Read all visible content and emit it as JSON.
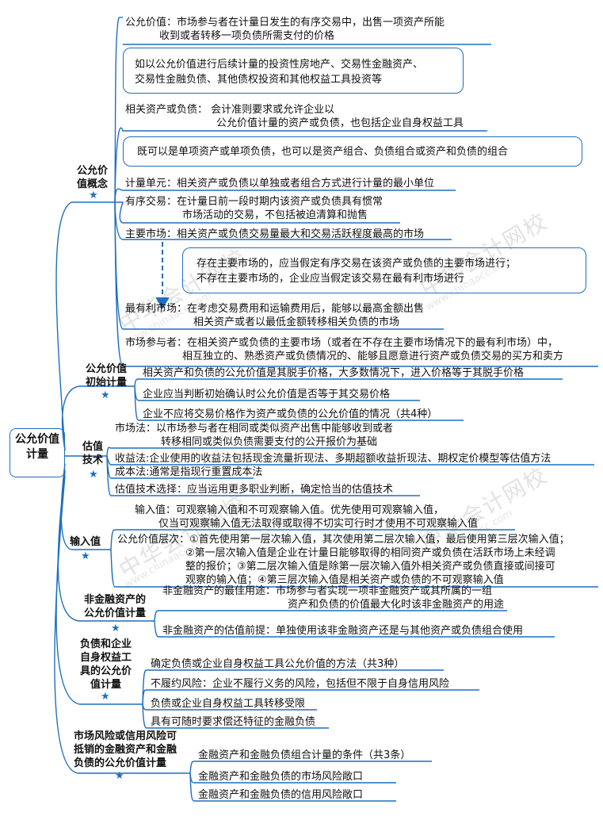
{
  "root": {
    "line1": "公允价值",
    "line2": "计量"
  },
  "watermark": {
    "text": "中华会计网校",
    "url": "www.chinaacc.com"
  },
  "sections": {
    "s1": {
      "title1": "公允价",
      "title2": "值概念"
    },
    "s2": {
      "title1": "公允价值",
      "title2": "初始计量"
    },
    "s3": {
      "title1": "估值",
      "title2": "技术"
    },
    "s4": {
      "title1": "输入值"
    },
    "s5": {
      "title1": "非金融资产的",
      "title2": "公允价值计量"
    },
    "s6": {
      "title1": "负债和企业",
      "title2": "自身权益工",
      "title3": "具的公允价",
      "title4": "值计量"
    },
    "s7": {
      "title1": "市场风险或信用风险可",
      "title2": "抵销的金融资产和金融",
      "title3": "负债的公允价值计量"
    }
  },
  "nodes": {
    "fv_def_a": "公允价值：市场参与者在计量日发生的有序交易中，出售一项资产所能",
    "fv_def_b": "收到或者转移一项负债所需支付的价格",
    "box1_a": "如以公允价值进行后续计量的投资性房地产、交易性金融资产、",
    "box1_b": "交易性金融负债、其他债权投资和其他权益工具投资等",
    "rel_a": "相关资产或负债：  会计准则要求或允许企业以",
    "rel_b": "公允价值计量的资产或负债，也包括企业自身权益工具",
    "box2": "既可以是单项资产或单项负债，也可以是资产组合、负债组合或资产和负债的组合",
    "unit": "计量单元：相关资产或负债以单独或者组合方式进行计量的最小单位",
    "orderly_a": "有序交易：在计量日前一段时期内该资产或负债具有惯常",
    "orderly_b": "市场活动的交易，不包括被迫清算和抛售",
    "main_mkt": "主要市场：相关资产或负债交易量最大和交易活跃程度最高的市场",
    "box3_a": "存在主要市场的，应当假定有序交易在该资产或负债的主要市场进行；",
    "box3_b": "不存在主要市场的，企业应当假定该交易在最有利市场进行",
    "adv_a": "最有利市场：在考虑交易费用和运输费用后，能够以最高金额出售",
    "adv_b": "相关资产或者以最低金额转移相关负债的市场",
    "part_a": "市场参与者：在相关资产或负债的主要市场（或者在不存在主要市场情况下的最有利市场）中，",
    "part_b": "相互独立的、熟悉资产或负债情况的、能够且愿意进行资产或负债交易的买方和卖方",
    "init1": "相关资产和负债的公允价值是其脱手价格，大多数情况下，进入价格等于其脱手价格",
    "init2": "企业应当判断初始确认时公允价值是否等于其交易价格",
    "init3": "企业不应将交易价格作为资产或负债的公允价值的情况（共4种）",
    "mkt_a": "市场法：以市场参与者在相同或类似资产出售中能够收到或者",
    "mkt_b": "转移相同或类似负债需要支付的公开报价为基础",
    "income": "收益法:企业使用的收益法包括现金流量折现法、多期超额收益折现法、期权定价模型等估值方法",
    "cost": "成本法:通常是指现行重置成本法",
    "choose": "估值技术选择：应当运用更多职业判断，确定恰当的估值技术",
    "input_a": "输入值：可观察输入值和不可观察输入值。优先使用可观察输入值，",
    "input_b": "仅当可观察输入值无法取得或取得不切实可行时才使用不可观察输入值",
    "level_a": "公允价值层次：①首先使用第一层次输入值，其次使用第二层次输入值，最后使用第三层次输入值；",
    "level_b": "②第一层次输入值是企业在计量日能够取得的相同资产或负债在活跃市场上未经调",
    "level_c": "整的报价；③第二层次输入值是除第一层次输入值外相关资产或负债直接或间接可",
    "level_d": "观察的输入值；④第三层次输入值是相关资产或负债的不可观察输入值",
    "nf1_a": "非金融资产的最佳用途：市场参与者实现一项非金融资产或其所属的一组",
    "nf1_b": "资产和负债的价值最大化时该非金融资产的用途",
    "nf2": "非金融资产的估值前提：单独使用该非金融资产还是与其他资产或负债组合使用",
    "l1": "确定负债或企业自身权益工具公允价值的方法（共3种）",
    "l2": "不履约风险：企业不履行义务的风险，包括但不限于自身信用风险",
    "l3": "负债或企业自身权益工具转移受限",
    "l4": "具有可随时要求偿还特征的金融负债",
    "f1": "金融资产和金融负债组合计量的条件（共3条）",
    "f2": "金融资产和金融负债的市场风险敞口",
    "f3": "金融资产和金融负债的信用风险敞口"
  },
  "star_glyph": "★",
  "colors": {
    "line": "#1f6fc0",
    "text": "#111111",
    "arrow": "#1f6fc0"
  }
}
